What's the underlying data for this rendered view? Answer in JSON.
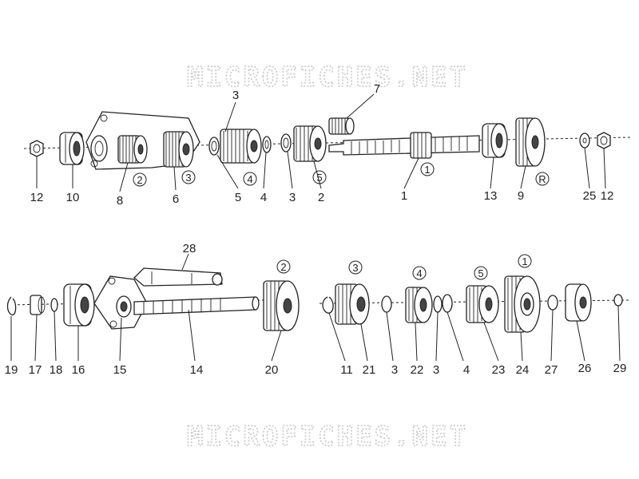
{
  "watermark": "MICROFICHES.NET",
  "callouts": {
    "n12a": "12",
    "n10": "10",
    "n8": "8",
    "n6": "6",
    "n3a": "3",
    "n5": "5",
    "n4a": "4",
    "n7": "7",
    "n3b": "3",
    "n2": "2",
    "n1": "1",
    "n13": "13",
    "n9": "9",
    "n25": "25",
    "n12b": "12",
    "n28": "28",
    "n19": "19",
    "n17": "17",
    "n18": "18",
    "n16": "16",
    "n15": "15",
    "n14": "14",
    "n20": "20",
    "n11": "11",
    "n21": "21",
    "n3c": "3",
    "n22": "22",
    "n3d": "3",
    "n4b": "4",
    "n23": "23",
    "n24": "24",
    "n27": "27",
    "n26": "26",
    "n29": "29"
  },
  "gear_marks": {
    "top": {
      "g2": "2",
      "g3": "3",
      "g4": "4",
      "g5": "5",
      "g1": "1",
      "gR": "R"
    },
    "bottom": {
      "g2": "2",
      "g3": "3",
      "g4": "4",
      "g5": "5",
      "g1": "1"
    }
  }
}
